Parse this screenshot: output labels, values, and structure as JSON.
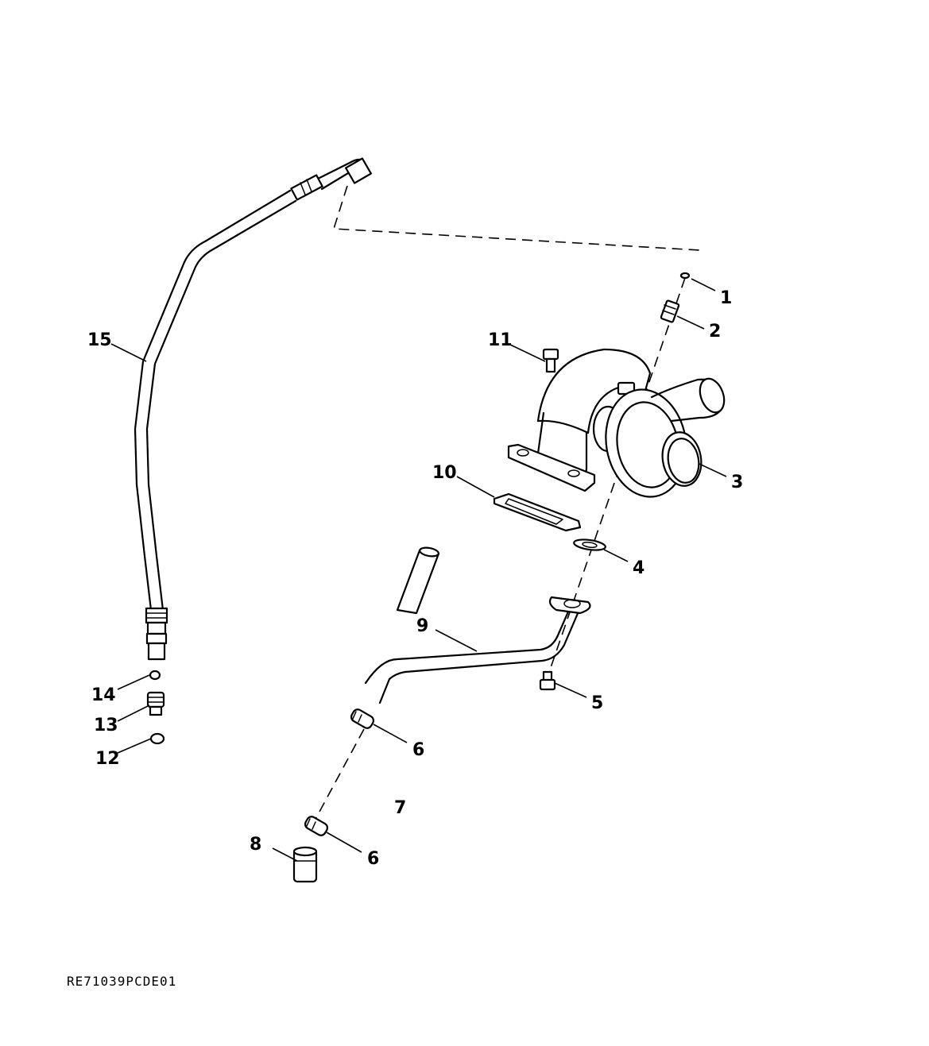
{
  "diagram": {
    "callouts": {
      "c1": "1",
      "c2": "2",
      "c3": "3",
      "c4": "4",
      "c5": "5",
      "c6a": "6",
      "c6b": "6",
      "c7": "7",
      "c8": "8",
      "c9": "9",
      "c10": "10",
      "c11": "11",
      "c12": "12",
      "c13": "13",
      "c14": "14",
      "c15": "15"
    },
    "drawing_code": "RE71039PCDE01"
  }
}
